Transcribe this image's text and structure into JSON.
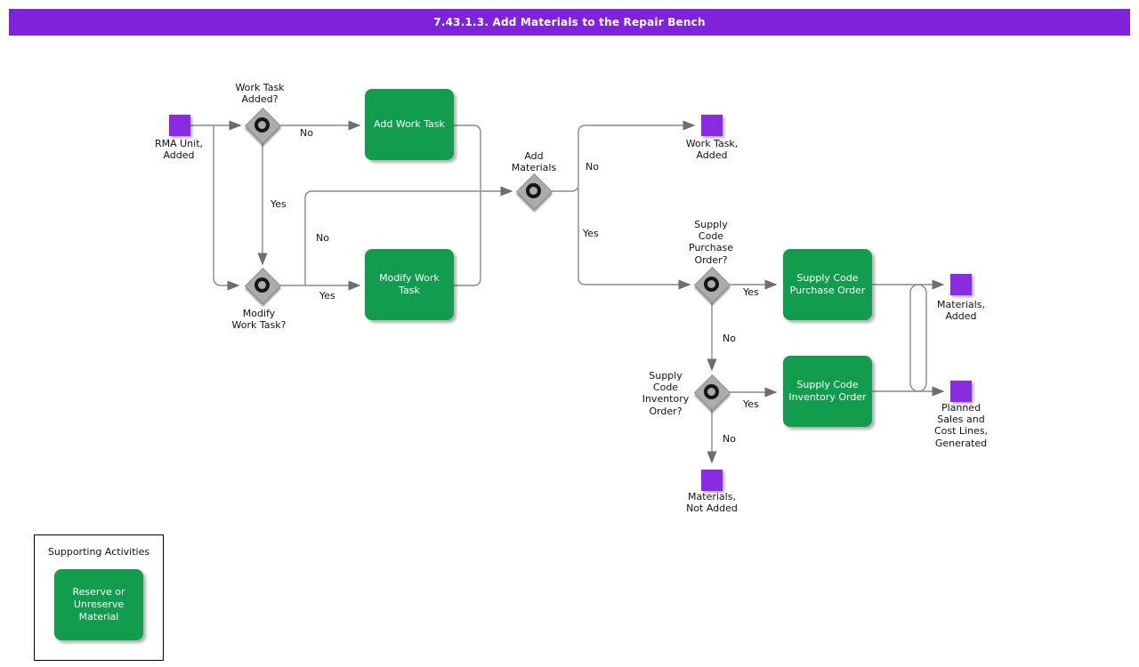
{
  "header": {
    "title": "7.43.1.3. Add Materials to the Repair Bench"
  },
  "colors": {
    "title_bar_purple": "#7E22DB",
    "event_purple": "#8A2BE2",
    "activity_green": "#129C4D",
    "decision_gray": "#ACACAC",
    "line_gray": "#8A8A8A"
  },
  "nodes": {
    "rma": {
      "label": "RMA Unit,\nAdded"
    },
    "work_task_added_q": {
      "label": "Work Task\nAdded?"
    },
    "add_work_task": {
      "label": "Add Work Task"
    },
    "modify_work_task_q": {
      "label": "Modify\nWork Task?"
    },
    "modify_work_task": {
      "label": "Modify Work\nTask"
    },
    "add_materials_q": {
      "label": "Add\nMaterials"
    },
    "work_task_added": {
      "label": "Work Task,\nAdded"
    },
    "supply_code_po_q": {
      "label": "Supply\nCode\nPurchase\nOrder?"
    },
    "supply_code_po": {
      "label": "Supply Code\nPurchase Order"
    },
    "supply_code_io_q": {
      "label": "Supply\nCode\nInventory\nOrder?"
    },
    "supply_code_io": {
      "label": "Supply Code\nInventory Order"
    },
    "materials_added": {
      "label": "Materials,\nAdded"
    },
    "planned_sales": {
      "label": "Planned\nSales and\nCost Lines,\nGenerated"
    },
    "materials_not_added": {
      "label": "Materials,\nNot Added"
    }
  },
  "edge_labels": {
    "wta_no": "No",
    "wta_yes": "Yes",
    "mwt_no": "No",
    "mwt_yes": "Yes",
    "am_no": "No",
    "am_yes": "Yes",
    "po_yes": "Yes",
    "po_no": "No",
    "io_yes": "Yes",
    "io_no": "No"
  },
  "supporting": {
    "title": "Supporting Activities",
    "reserve_label": "Reserve or\nUnreserve\nMaterial"
  }
}
